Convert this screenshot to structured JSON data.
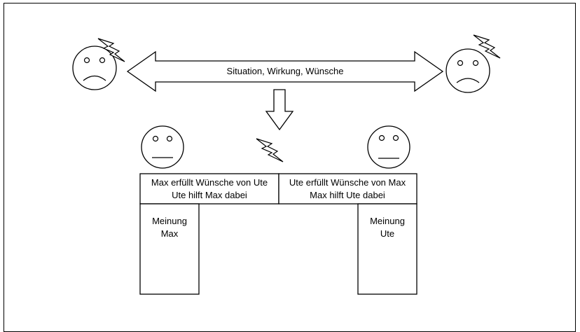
{
  "arrow_label": "Situation, Wirkung, Wünsche",
  "platform": {
    "left_line1": "Max erfüllt Wünsche von Ute",
    "left_line2": "Ute hilft Max dabei",
    "right_line1": "Ute erfüllt Wünsche von Max",
    "right_line2": "Max hilft Ute dabei"
  },
  "pillars": {
    "left_line1": "Meinung",
    "left_line2": "Max",
    "right_line1": "Meinung",
    "right_line2": "Ute"
  },
  "icons": {
    "sad_face": "sad-face-icon",
    "neutral_face": "neutral-face-icon",
    "lightning": "lightning-bolt-icon",
    "down_arrow": "down-arrow-icon",
    "double_arrow": "double-arrow-icon"
  },
  "colors": {
    "stroke": "#000000",
    "fill": "#ffffff"
  }
}
